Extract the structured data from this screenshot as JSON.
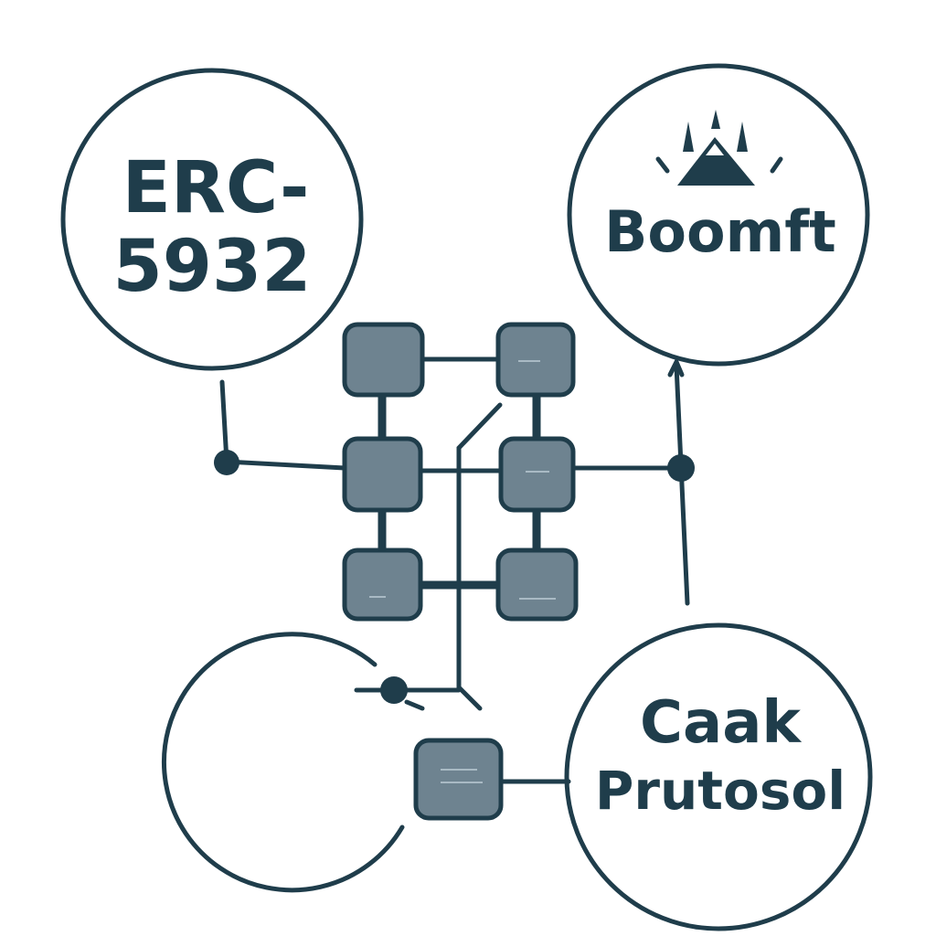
{
  "nodes": {
    "erc": {
      "line1": "ERC-",
      "line2": "5932"
    },
    "boomft": {
      "label": "Boomft",
      "logo": "tent-logo-icon"
    },
    "caak": {
      "line1": "Caak",
      "line2": "Prutosol"
    }
  },
  "colors": {
    "stroke": "#1f3d4b",
    "box_fill": "#6e8390",
    "box_highlight": "#a9bac4",
    "background": "#ffffff"
  }
}
